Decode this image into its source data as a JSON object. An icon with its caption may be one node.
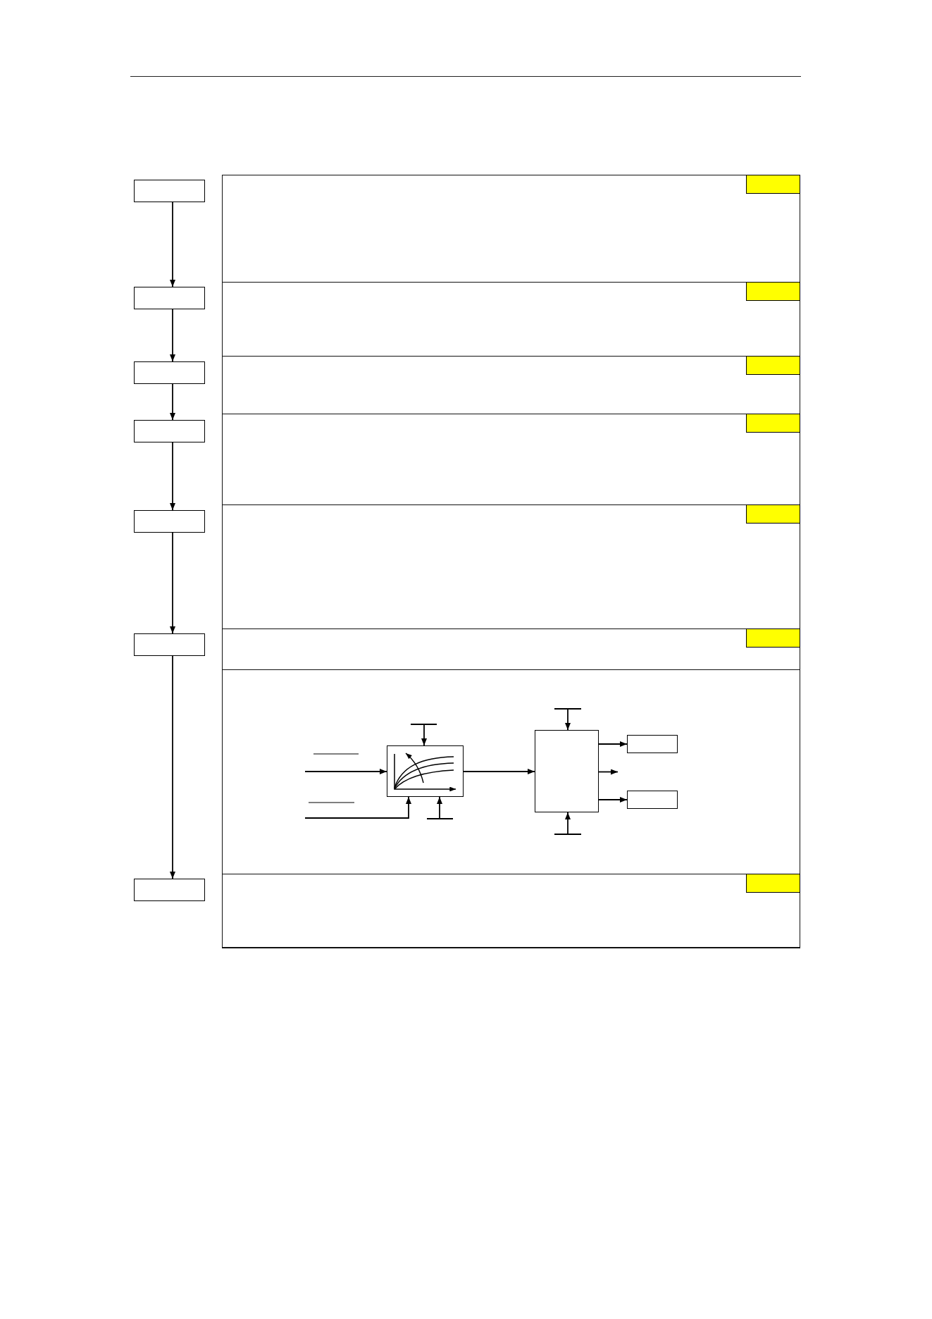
{
  "diagram": {
    "nodes": [
      {
        "text": [],
        "shape": "box"
      },
      {
        "text": [],
        "shape": "band"
      },
      {
        "text": [],
        "shape": "box",
        "in": 1
      },
      {
        "text": [],
        "shape": "box"
      },
      {
        "text": [],
        "shape": "band"
      },
      {
        "text": [],
        "shape": "box",
        "in": 4
      },
      {
        "text": [],
        "shape": "box"
      },
      {
        "text": [],
        "shape": "band"
      },
      {
        "text": [],
        "shape": "box",
        "in": 7
      },
      {
        "text": [],
        "shape": "box"
      },
      {
        "text": [],
        "shape": "band"
      },
      {
        "text": [],
        "shape": "box",
        "in": 10
      },
      {
        "text": [],
        "shape": "box"
      },
      {
        "text": [],
        "shape": "band"
      },
      {
        "text": [],
        "shape": "box",
        "in": 13
      },
      {
        "text": [],
        "shape": "box"
      },
      {
        "text": [],
        "shape": "band"
      },
      {
        "text": [],
        "shape": "box",
        "in": 16
      },
      {
        "text": [],
        "shape": "band"
      },
      {
        "text": [],
        "shape": "box",
        "in": 18
      },
      {
        "text": [],
        "shape": "box",
        "in": 18
      },
      {
        "text": [],
        "shape": "box",
        "in": 18
      },
      {
        "text": [],
        "shape": "box",
        "in": 18
      },
      {
        "text": [],
        "shape": "box"
      },
      {
        "text": [],
        "shape": "band"
      },
      {
        "text": [],
        "shape": "box",
        "in": 24
      }
    ],
    "edges": [
      {
        "from": 0,
        "to": 3,
        "arrow": "to"
      },
      {
        "from": 3,
        "to": 6,
        "arrow": "to"
      },
      {
        "from": 6,
        "to": 9,
        "arrow": "to"
      },
      {
        "from": 9,
        "to": 12,
        "arrow": "to"
      },
      {
        "from": 12,
        "to": 15,
        "arrow": "to"
      },
      {
        "from": 15,
        "to": 23,
        "arrow": "to"
      },
      {
        "from": null,
        "to": 19,
        "arrow": "to"
      },
      {
        "from": null,
        "to": 19,
        "arrow": "to"
      },
      {
        "from": null,
        "to": 19,
        "arrow": "to"
      },
      {
        "from": null,
        "to": 19,
        "arrow": "to"
      },
      {
        "from": 19,
        "to": 20,
        "arrow": "to"
      },
      {
        "from": null,
        "to": 20,
        "arrow": "to"
      },
      {
        "from": null,
        "to": 20,
        "arrow": "to"
      },
      {
        "from": 20,
        "to": 21,
        "arrow": "to"
      },
      {
        "from": 20,
        "to": null,
        "arrow": "to"
      },
      {
        "from": 20,
        "to": 22,
        "arrow": "to"
      }
    ]
  }
}
